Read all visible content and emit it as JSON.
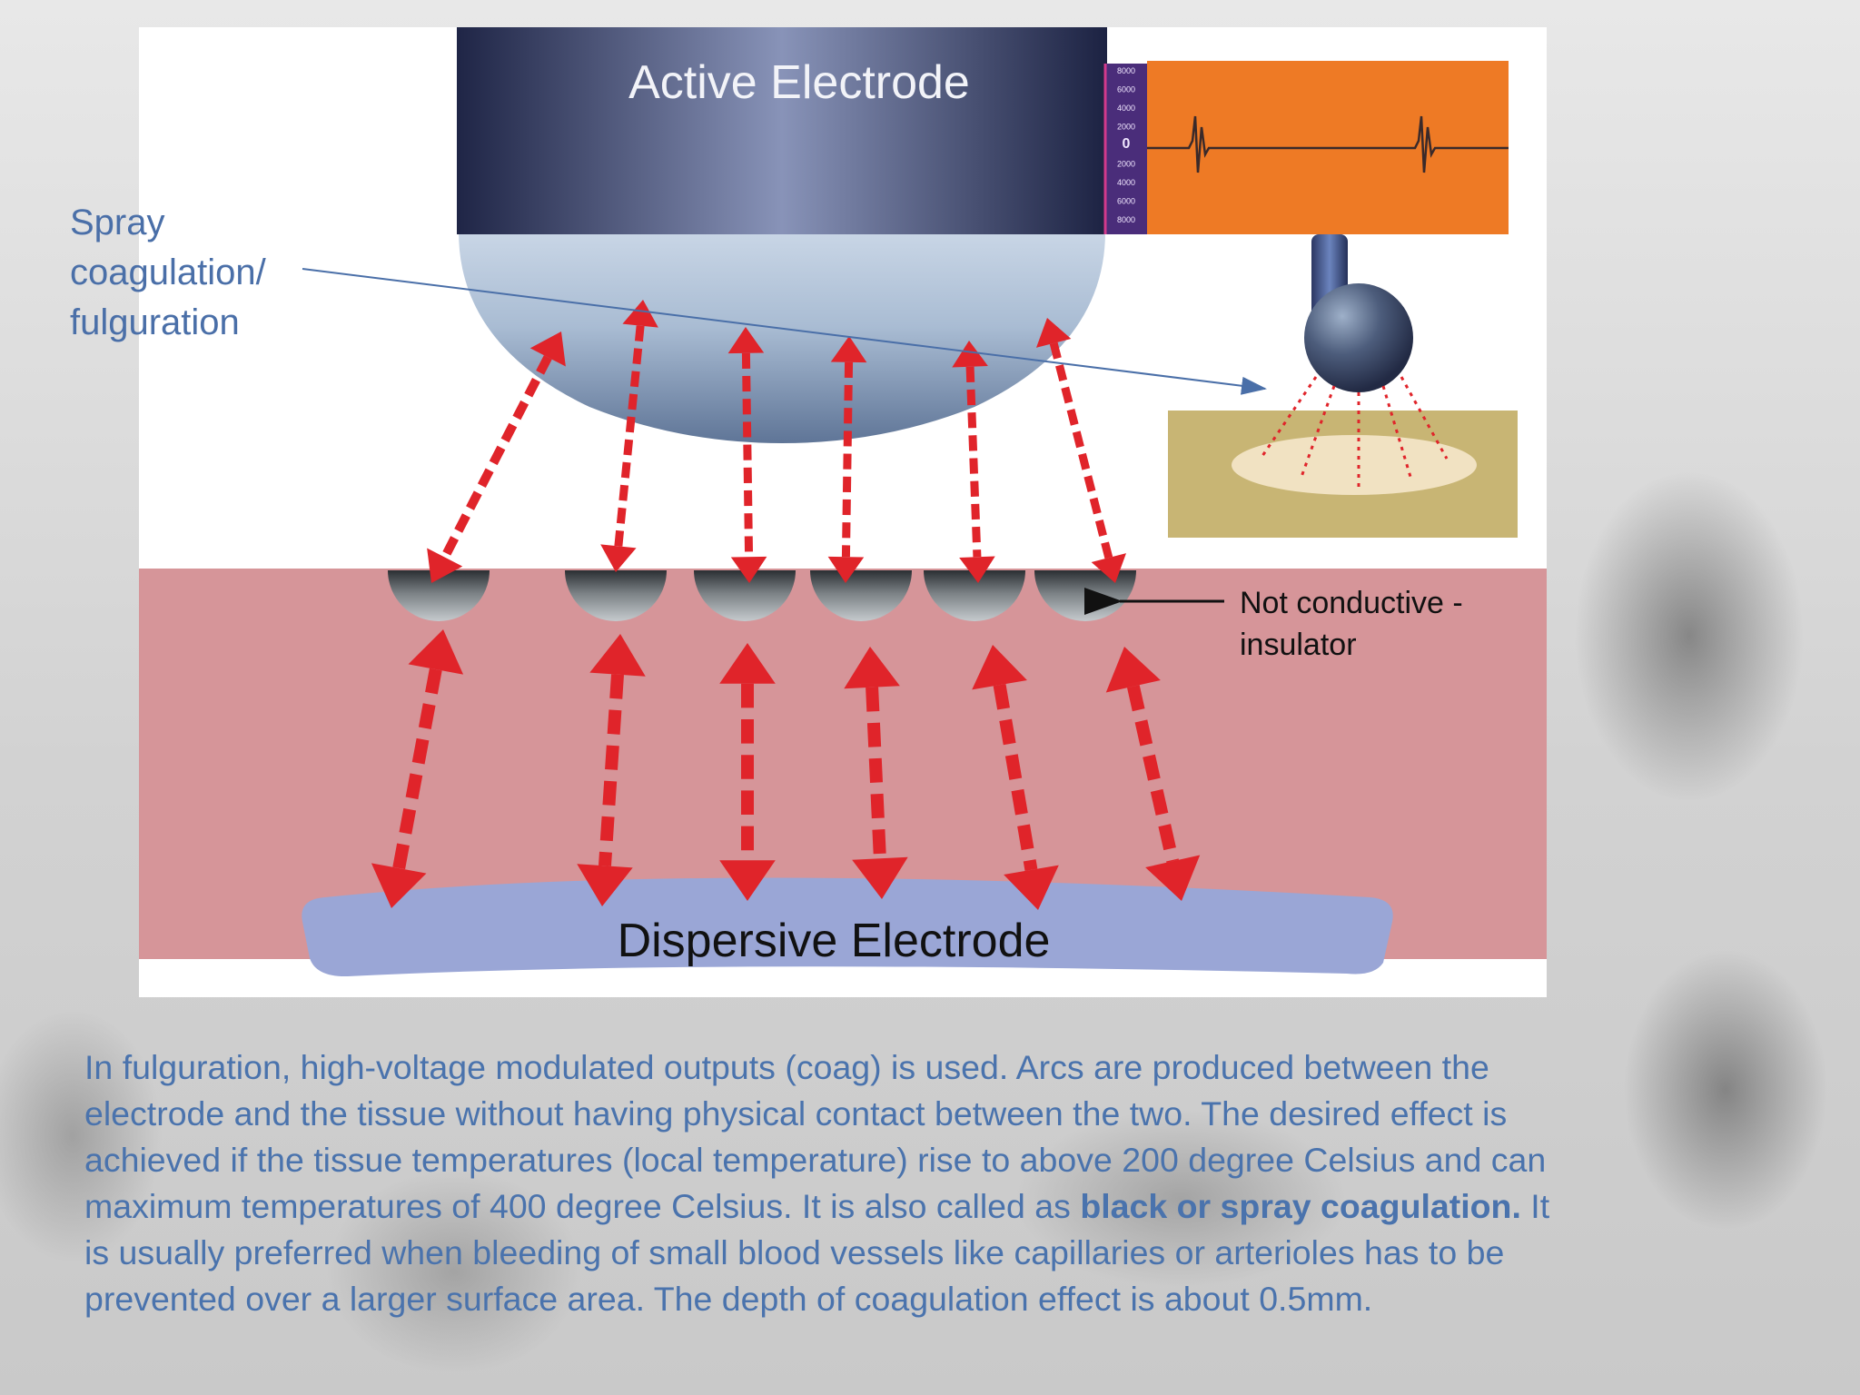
{
  "diagram": {
    "active_electrode_label": "Active Electrode",
    "dispersive_electrode_label": "Dispersive Electrode",
    "insulator_label_line1": "Not conductive -",
    "insulator_label_line2": "insulator",
    "scale_ticks": [
      "8000",
      "6000",
      "4000",
      "2000",
      "0",
      "2000",
      "4000",
      "6000",
      "8000"
    ],
    "colors": {
      "tissue": "#d69599",
      "arrow": "#e0242a",
      "oscilloscope": "#ee7a25",
      "electrode_dark": "#232a4f",
      "dispersive": "#9aa6d6",
      "sample_tissue": "#c8b574"
    }
  },
  "spray_label": {
    "line1": "Spray",
    "line2": "coagulation/",
    "line3": "fulguration"
  },
  "caption": {
    "line1": "In fulguration, high-voltage modulated outputs (coag) is used. Arcs are produced between the",
    "line2": "electrode and the tissue without having physical contact between the two. The desired effect is",
    "line3": "achieved if the tissue temperatures (local temperature) rise to above 200 degree Celsius and can",
    "line4_pre": "maximum temperatures of 400 degree Celsius. It is also called as ",
    "line4_bold": "black or spray coagulation.",
    "line4_post": " It",
    "line5": "is usually preferred when bleeding of small blood vessels like capillaries or arterioles has to be",
    "line6": "prevented over a larger surface area. The depth of coagulation effect is about 0.5mm."
  }
}
